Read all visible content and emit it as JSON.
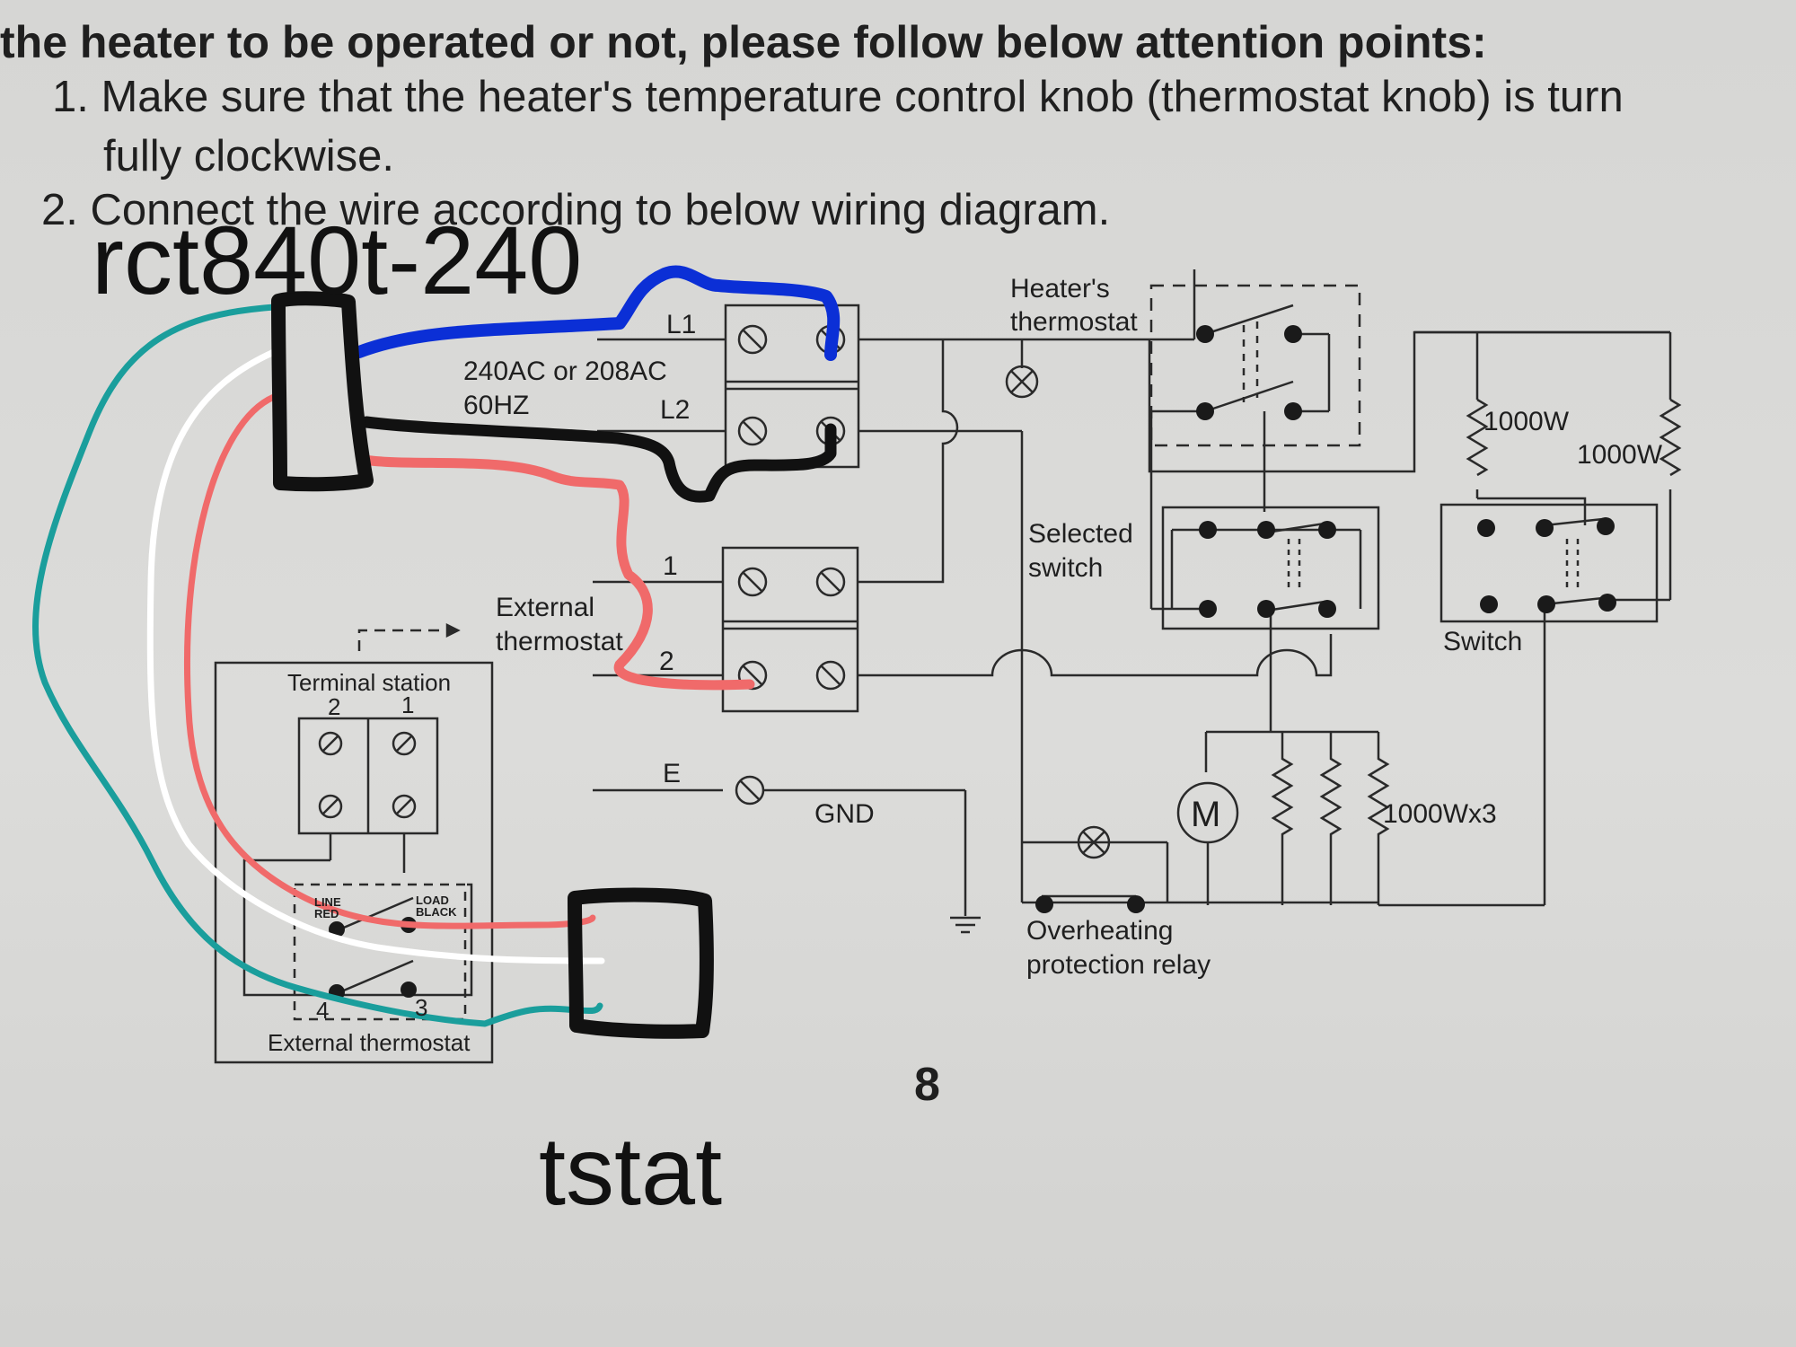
{
  "instructions": {
    "heading": "the heater to be operated or not, please follow below attention points:",
    "item1_line1": "1. Make sure that the heater's temperature control knob (thermostat knob) is turn",
    "item1_line2": "fully clockwise.",
    "item2": "2. Connect the wire according to below wiring diagram."
  },
  "annotations": {
    "model": "rct840t-240",
    "tstat": "tstat"
  },
  "diagram": {
    "supply_label": "240AC or 208AC",
    "freq_label": "60HZ",
    "l1": "L1",
    "l2": "L2",
    "terminal_1": "1",
    "terminal_2": "2",
    "ext_thermostat_line1": "External",
    "ext_thermostat_line2": "thermostat",
    "terminal_station": "Terminal station",
    "ts_num_2": "2",
    "ts_num_1": "1",
    "line_red": "LINE RED",
    "load_black": "LOAD BLACK",
    "num_4": "4",
    "num_3": "3",
    "external_thermostat_box": "External thermostat",
    "earth": "E",
    "gnd": "GND",
    "heaters_thermostat_line1": "Heater's",
    "heaters_thermostat_line2": "thermostat",
    "selected_switch_line1": "Selected",
    "selected_switch_line2": "switch",
    "element_1000w_a": "1000W",
    "element_1000w_b": "1000W",
    "switch": "Switch",
    "motor": "M",
    "elements_1000wx3": "1000Wx3",
    "overheating_line1": "Overheating",
    "overheating_line2": "protection relay",
    "page_number": "8"
  },
  "wire_colors": {
    "blue": "#0b2fd6",
    "black": "#111111",
    "red": "#f06a6a",
    "white": "#ffffff",
    "teal": "#1a9e9c"
  }
}
